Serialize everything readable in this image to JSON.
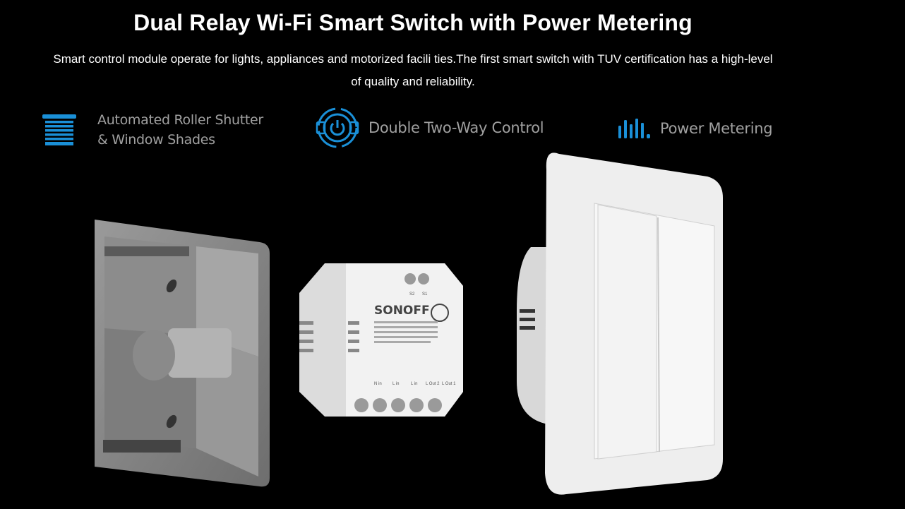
{
  "header": {
    "title": "Dual Relay Wi-Fi Smart Switch with Power Metering",
    "subtitle_line1": "Smart control module operate for lights, appliances and motorized facili ties.The first smart switch with TUV certification has a high-level",
    "subtitle_line2": "of quality and reliability."
  },
  "features": [
    {
      "icon": "roller-shutter-icon",
      "line1": "Automated Roller Shutter",
      "line2": "& Window Shades"
    },
    {
      "icon": "two-way-power-icon",
      "line1": "Double Two-Way Control"
    },
    {
      "icon": "power-bars-icon",
      "line1": "Power Metering"
    }
  ],
  "products": {
    "module_brand": "SONOFF",
    "terminals_top": [
      "S2",
      "S1"
    ],
    "terminals_bottom": [
      "N in",
      "L in",
      "L in",
      "L Out 2",
      "L Out 1"
    ]
  },
  "colors": {
    "accent": "#1a90d8",
    "feature_text": "#a0a0a0"
  }
}
